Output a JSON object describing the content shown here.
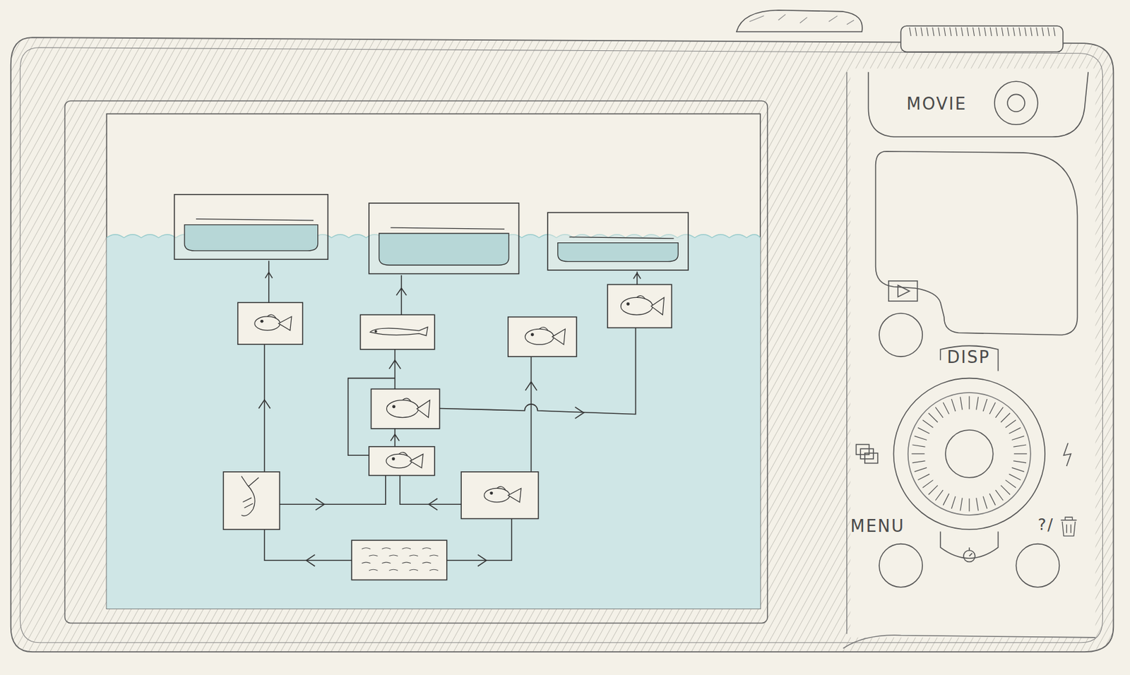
{
  "diagram": {
    "labels": [
      "MOVIE",
      "DISP",
      "MENU",
      "?/"
    ]
  }
}
